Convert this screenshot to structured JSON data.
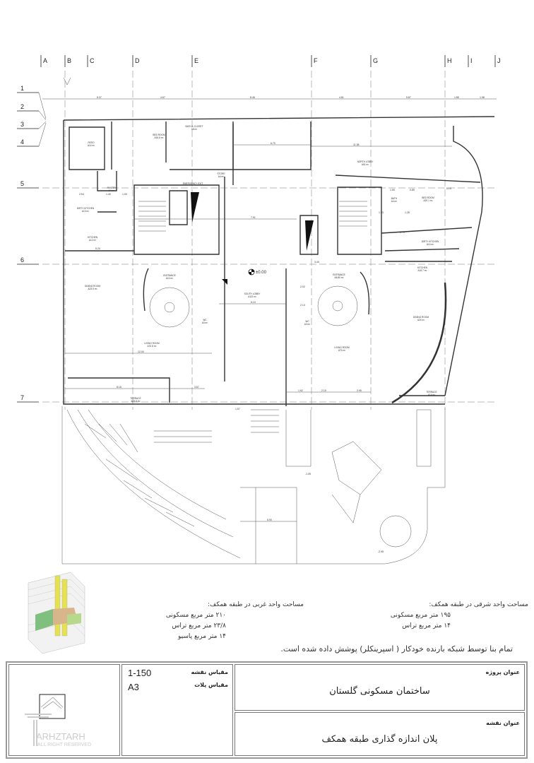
{
  "grid": {
    "columns": [
      "A",
      "B",
      "C",
      "D",
      "E",
      "F",
      "G",
      "H",
      "I",
      "J"
    ],
    "rows": [
      "1",
      "2",
      "3",
      "4",
      "5",
      "6",
      "7"
    ],
    "top_dimensions": [
      "5.37",
      "4.67",
      "8.46",
      "4.81",
      "5.87",
      "1.85",
      "1.98"
    ]
  },
  "plan": {
    "level_mark": "±0.00",
    "level_mark_2": "-1.05",
    "level_mark_3": "-2.95",
    "dims": [
      "11.38",
      "6.70",
      "7.91",
      "12.04",
      "5.10",
      "8.15",
      "3.67",
      "2.54",
      "1.40",
      "1.00",
      "5.20",
      "2.02",
      "2.13",
      "2.15",
      "2.95",
      "1.62",
      "5.90",
      "1.57",
      "3.40",
      "5.19",
      "2.70",
      "1.50",
      "0.89",
      "1.23",
      "1.28"
    ],
    "rooms": [
      {
        "name": "PATIO",
        "area": "A14 m²"
      },
      {
        "name": "BED ROOM",
        "area": "A16.8 m²"
      },
      {
        "name": "BATH & CLOSET",
        "area": "A8 m²"
      },
      {
        "name": "STORE",
        "area": "A4 m²"
      },
      {
        "name": "EMERGENCY EXIT",
        "area": ""
      },
      {
        "name": "PANTRY",
        "area": "A4 m²"
      },
      {
        "name": "DIRTY KITCHEN",
        "area": "A13 m²"
      },
      {
        "name": "KITCHEN",
        "area": "A12 m²"
      },
      {
        "name": "DINING ROOM",
        "area": "A23.5 m²"
      },
      {
        "name": "ENTRANCE",
        "area": "A10 m²"
      },
      {
        "name": "SOUTH LOBBY",
        "area": "A113 m²"
      },
      {
        "name": "WC",
        "area": "A3 m²"
      },
      {
        "name": "LIVING ROOM",
        "area": "A70.8 m²"
      },
      {
        "name": "TERRACE",
        "area": "A23.8 m²"
      },
      {
        "name": "NORTH LOBBY",
        "area": "A51 m²"
      },
      {
        "name": "BATH",
        "area": "A4 m²"
      },
      {
        "name": "BED ROOM",
        "area": "A20.1 m²"
      },
      {
        "name": "DIRTY KITCHEN",
        "area": "A10 m²"
      },
      {
        "name": "KITCHEN",
        "area": "A16.7 m²"
      },
      {
        "name": "ENTRANCE",
        "area": "A8.80 m²"
      },
      {
        "name": "WC",
        "area": "A3 m²"
      },
      {
        "name": "LIVING ROOM",
        "area": "A74 m²"
      },
      {
        "name": "DINING ROOM",
        "area": "A24 m²"
      },
      {
        "name": "TERRACE",
        "area": "A14 m²"
      }
    ]
  },
  "notes": {
    "west_title": "مساحت واحد غربی در طبقه همکف:",
    "west_lines": [
      "۲۱۰ متر مربع مسکونی",
      "۲۳/۸ متر مربع تراس",
      "۱۴ متر مربع پاسیو"
    ],
    "east_title": "مساحت واحد شرقی در طبقه همکف:",
    "east_lines": [
      "۱۹۵ متر مربع مسکونی",
      "۱۴ متر مربع تراس"
    ],
    "sprinkler": "تمام بنا توسط شبکه بارنده خودکار ( اسپرینکلر) پوشش داده شده است."
  },
  "title_block": {
    "drawing_scale_label": "مقیاس نقشه",
    "drawing_scale": "1-150",
    "sheet_scale_label": "مقیاس پلات",
    "sheet_scale": "A3",
    "project_title_label": "عنوان پروژه",
    "project_title": "ساختمان مسکونی گلستان",
    "drawing_title_label": "عنوان نقشه",
    "drawing_title": "پلان  اندازه گذاری طبقه همکف",
    "logo_text": "ARHZTARH",
    "logo_sub": "ALL RIGHT RESERVED"
  }
}
